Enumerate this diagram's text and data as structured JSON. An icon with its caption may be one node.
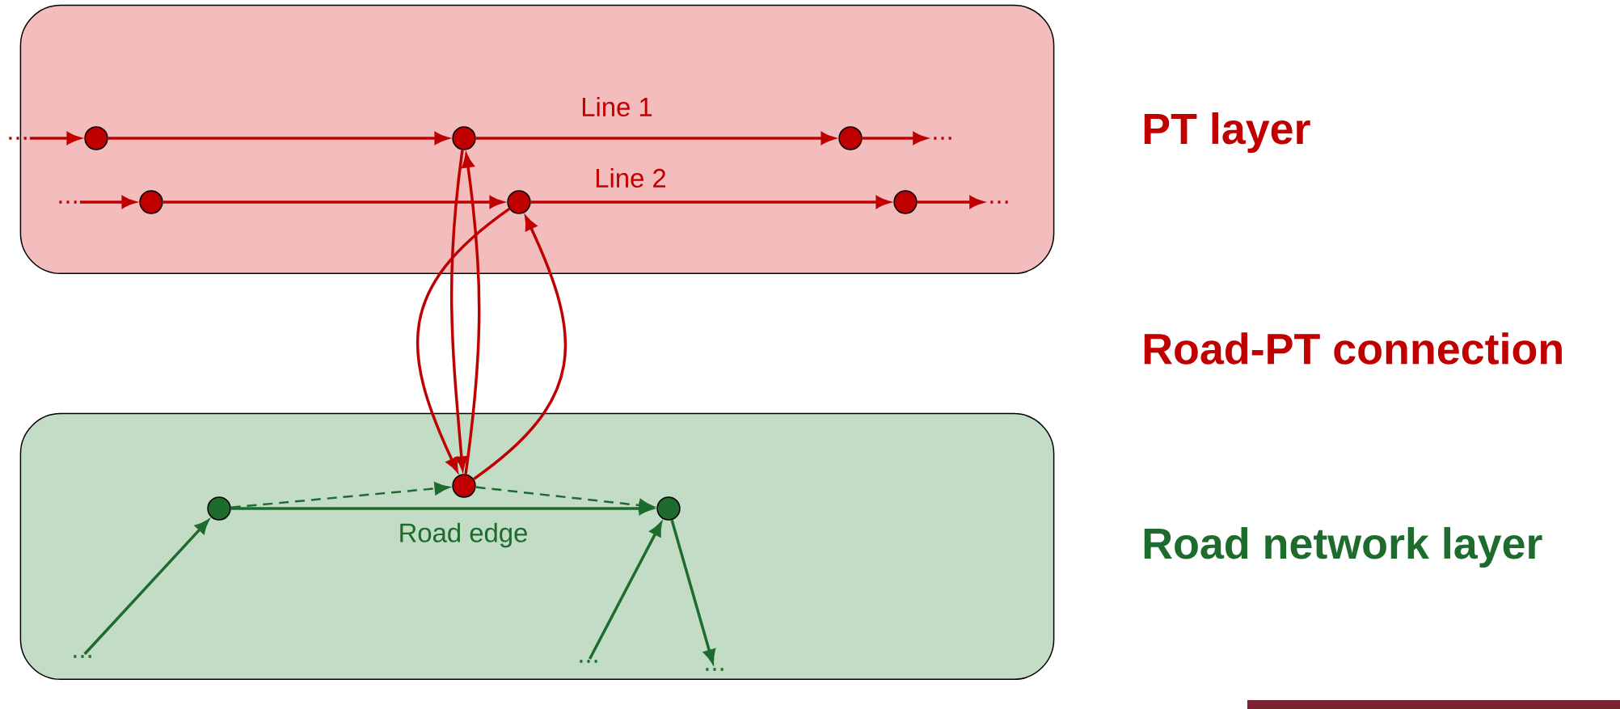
{
  "diagram": {
    "nodes": [
      {
        "text": [],
        "shape": "box"
      },
      {
        "text": [
          "..."
        ]
      },
      {
        "text": [],
        "shape": "circle",
        "in": 0
      },
      {
        "text": [],
        "shape": "circle",
        "in": 0
      },
      {
        "text": [],
        "shape": "circle",
        "in": 0
      },
      {
        "text": [
          "..."
        ],
        "in": 0
      },
      {
        "text": [
          "..."
        ],
        "in": 0
      },
      {
        "text": [],
        "shape": "circle",
        "in": 0
      },
      {
        "text": [],
        "shape": "circle",
        "in": 0
      },
      {
        "text": [],
        "shape": "circle",
        "in": 0
      },
      {
        "text": [
          "..."
        ],
        "in": 0
      },
      {
        "text": [],
        "shape": "box"
      },
      {
        "text": [],
        "shape": "circle",
        "in": 11
      },
      {
        "text": [],
        "shape": "circle",
        "in": 11
      },
      {
        "text": [],
        "shape": "circle",
        "in": 11
      },
      {
        "text": [
          "..."
        ],
        "in": 11
      },
      {
        "text": [
          "..."
        ],
        "in": 11
      },
      {
        "text": [
          "..."
        ],
        "in": 11
      }
    ],
    "edges": [
      {
        "from": 1,
        "to": 2,
        "arrow": "to"
      },
      {
        "from": 2,
        "to": 3,
        "arrow": "to"
      },
      {
        "from": 3,
        "to": 4,
        "arrow": "to",
        "label": "Line 1"
      },
      {
        "from": 4,
        "to": 5,
        "arrow": "to"
      },
      {
        "from": 6,
        "to": 7,
        "arrow": "to"
      },
      {
        "from": 7,
        "to": 8,
        "arrow": "to"
      },
      {
        "from": 8,
        "to": 9,
        "arrow": "to",
        "label": "Line 2"
      },
      {
        "from": 9,
        "to": 10,
        "arrow": "to"
      },
      {
        "from": 8,
        "to": 13,
        "arrow": "to"
      },
      {
        "from": 3,
        "to": 13,
        "arrow": "to"
      },
      {
        "from": 13,
        "to": 3,
        "arrow": "to"
      },
      {
        "from": 13,
        "to": 8,
        "arrow": "to"
      },
      {
        "from": 12,
        "to": 14,
        "arrow": "to",
        "color": "#1e6b2e",
        "label": "Road edge"
      },
      {
        "from": 12,
        "to": 13,
        "arrow": "to",
        "style": "dashed",
        "color": "#1e6b2e"
      },
      {
        "from": 13,
        "to": 14,
        "arrow": "to",
        "style": "dashed",
        "color": "#1e6b2e"
      },
      {
        "from": 15,
        "to": 12,
        "arrow": "to",
        "color": "#1e6b2e"
      },
      {
        "from": 16,
        "to": 14,
        "arrow": "to",
        "color": "#1e6b2e"
      },
      {
        "from": 14,
        "to": 17,
        "arrow": "to",
        "color": "#1e6b2e"
      }
    ],
    "labels": [
      "PT layer",
      "Road-PT connection",
      "Road network layer"
    ]
  }
}
